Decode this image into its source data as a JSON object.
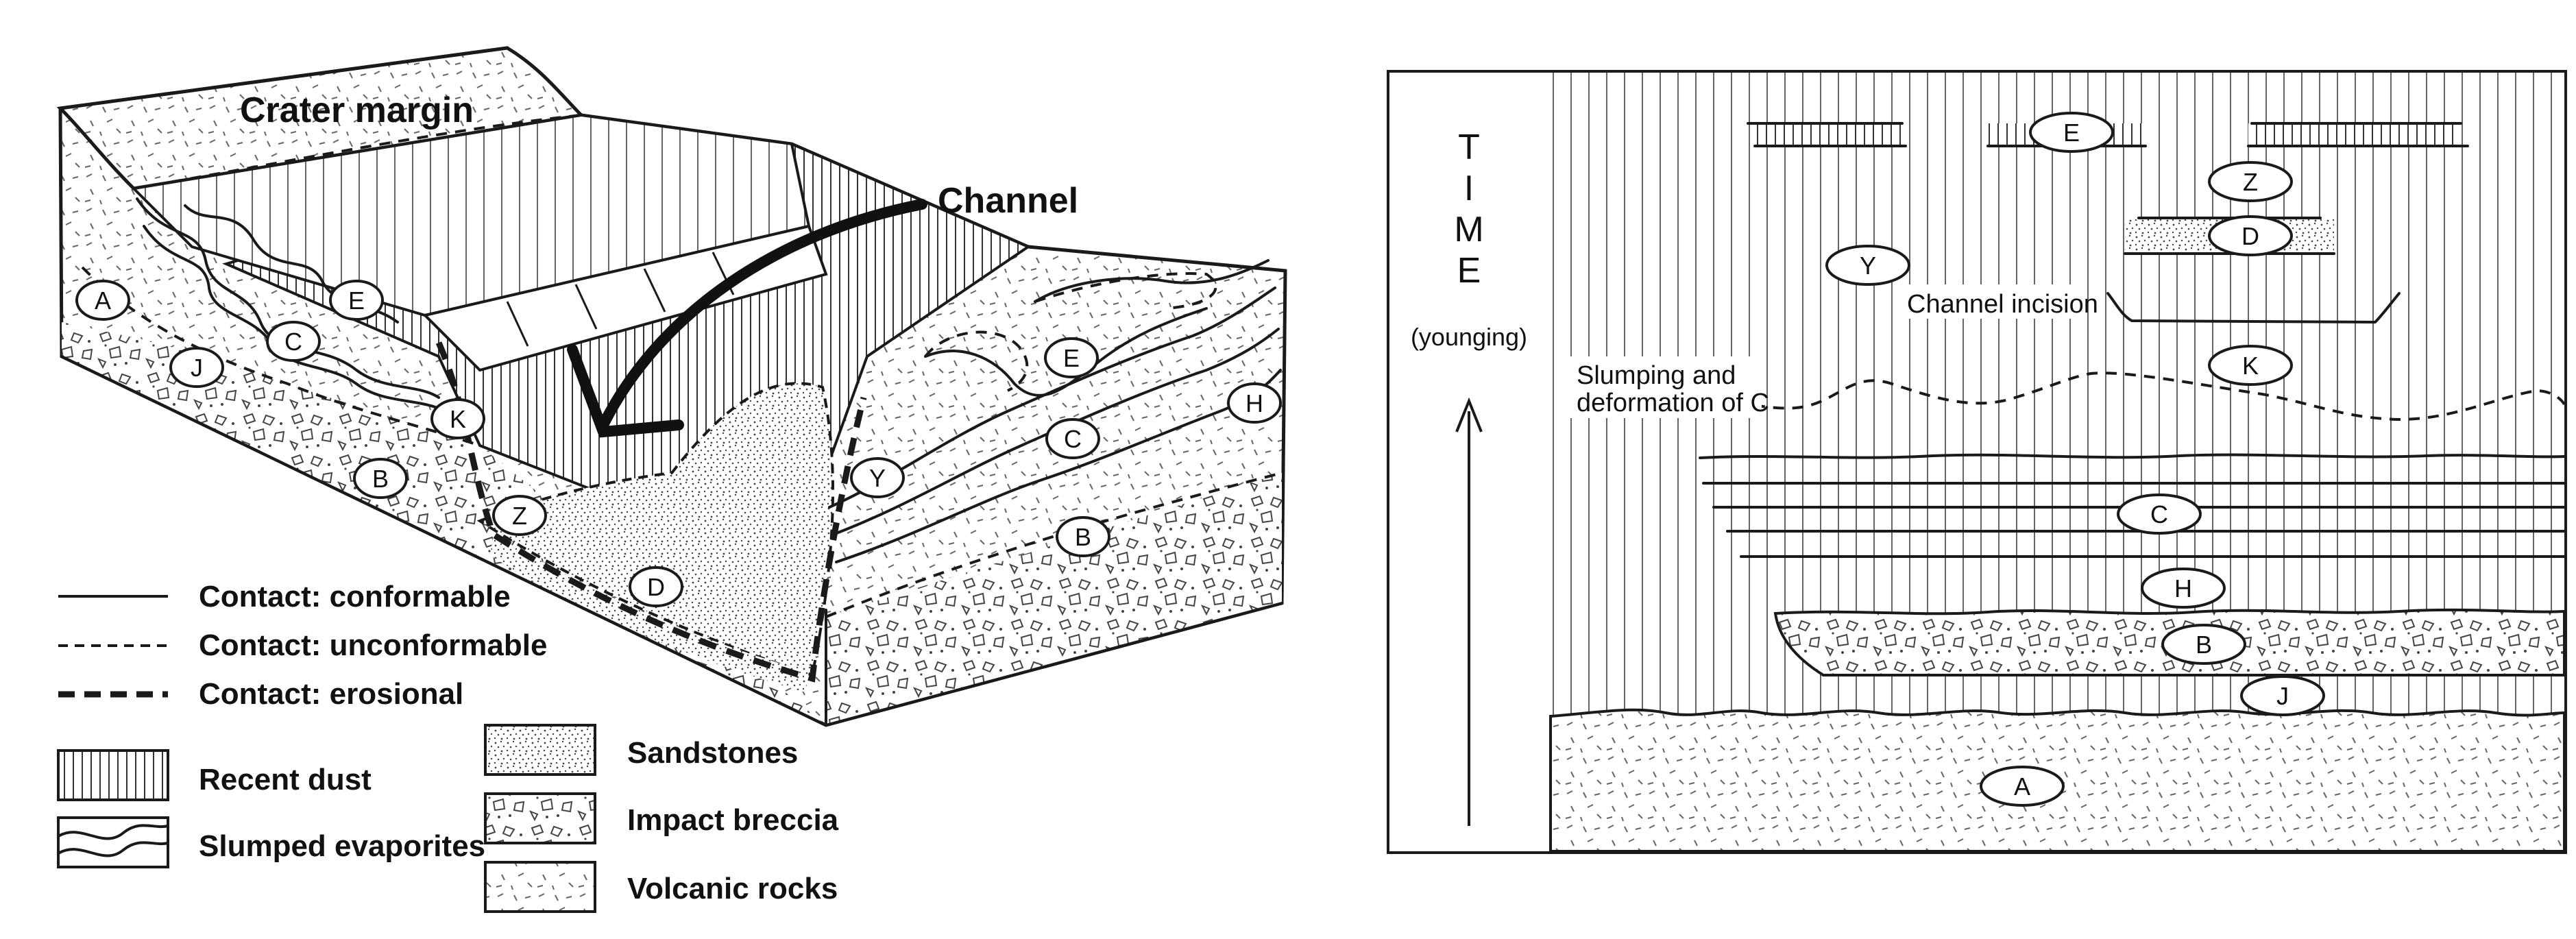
{
  "block_diagram": {
    "crater_margin_label": "Crater margin",
    "channel_label": "Channel",
    "units": {
      "A": "A",
      "J": "J",
      "C": "C",
      "E": "E",
      "K": "K",
      "B": "B",
      "Z": "Z",
      "D": "D",
      "Y": "Y",
      "H": "H"
    }
  },
  "legend": {
    "contacts": [
      {
        "id": "conformable",
        "label": "Contact: conformable"
      },
      {
        "id": "unconformable",
        "label": "Contact: unconformable"
      },
      {
        "id": "erosional",
        "label": "Contact: erosional"
      }
    ],
    "materials": [
      {
        "id": "recent-dust",
        "label": "Recent dust"
      },
      {
        "id": "slumped-evaporites",
        "label": "Slumped evaporites"
      },
      {
        "id": "sandstones",
        "label": "Sandstones"
      },
      {
        "id": "impact-breccia",
        "label": "Impact breccia"
      },
      {
        "id": "volcanic-rocks",
        "label": "Volcanic rocks"
      }
    ]
  },
  "stratigraphic_column": {
    "time_letters": [
      "T",
      "I",
      "M",
      "E"
    ],
    "time_note": "(younging)",
    "channel_incision_label": "Channel incision",
    "slumping_label_line1": "Slumping and",
    "slumping_label_line2": "deformation of C",
    "units": {
      "E": "E",
      "Z": "Z",
      "D": "D",
      "Y": "Y",
      "K": "K",
      "C": "C",
      "H": "H",
      "B": "B",
      "J": "J",
      "A": "A"
    }
  }
}
